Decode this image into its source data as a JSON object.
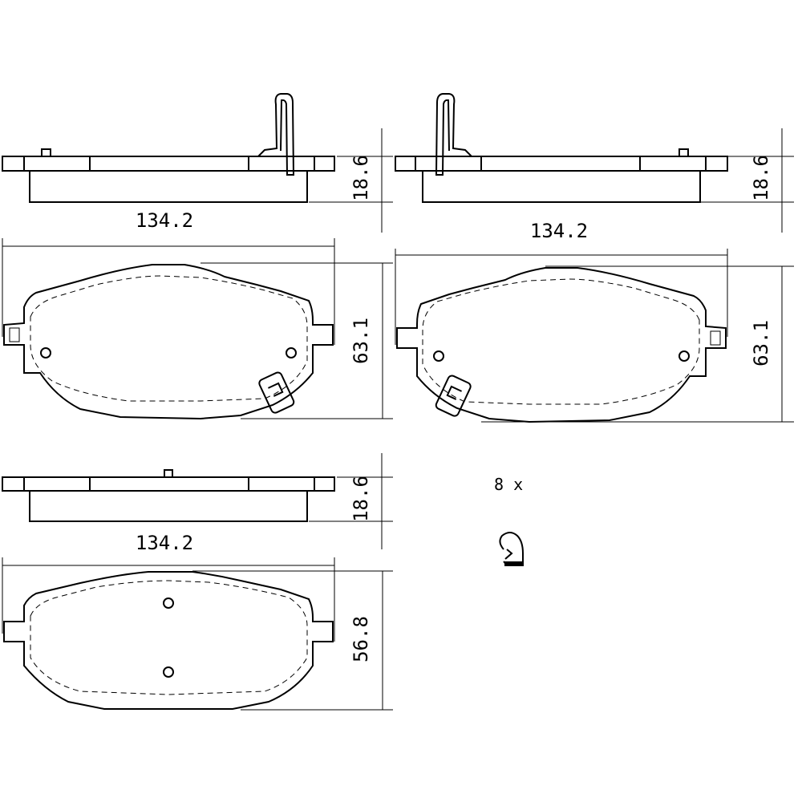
{
  "drawing": {
    "pads": [
      {
        "side_width": "134.2",
        "side_thickness": "18.6",
        "face_height": "63.1",
        "has_wear_clip": true
      },
      {
        "side_width": "134.2",
        "side_thickness": "18.6",
        "face_height": "63.1",
        "has_wear_clip": true
      },
      {
        "side_width": "134.2",
        "side_thickness": "18.6",
        "face_height": "56.8",
        "has_wear_clip": false
      }
    ],
    "clip_quantity": "8 x",
    "clip_icon": "wear-indicator-clip-icon"
  }
}
